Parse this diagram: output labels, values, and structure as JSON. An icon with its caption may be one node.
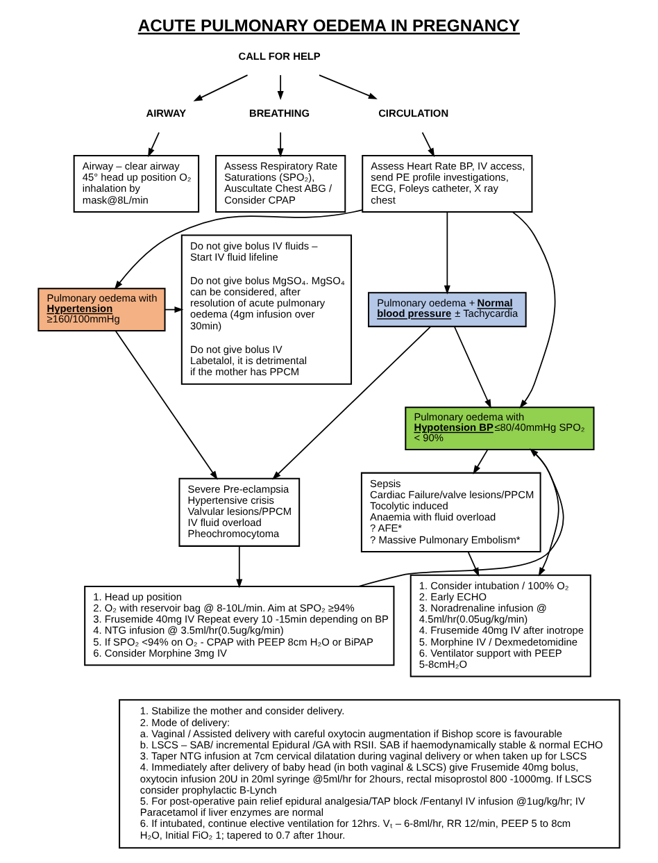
{
  "diagram": {
    "title": "ACUTE PULMONARY OEDEMA IN PREGNANCY",
    "nodes": [
      {
        "text": [
          "CALL FOR HELP"
        ]
      },
      {
        "text": [
          "AIRWAY"
        ]
      },
      {
        "text": [
          "BREATHING"
        ]
      },
      {
        "text": [
          "CIRCULATION"
        ]
      },
      {
        "text": [
          "Airway – clear airway 45° head up position O₂ inhalation by mask@8L/min"
        ]
      },
      {
        "text": [
          "Assess Respiratory Rate Saturations (SPO₂), Auscultate Chest ABG / Consider CPAP"
        ]
      },
      {
        "text": [
          "Assess Heart Rate BP, IV access, send PE profile investigations, ECG, Foleys catheter, X ray chest"
        ]
      },
      {
        "text": [
          "Do not give bolus IV fluids – Start IV fluid lifeline",
          "Do not give bolus MgSO₄. MgSO₄ can be considered, after resolution of acute pulmonary oedema (4gm infusion over 30min)",
          "Do not give bolus IV Labetalol, it is detrimental if the mother has PPCM"
        ]
      },
      {
        "text": [
          "Pulmonary oedema with **Hypertension** ≥160/100mmHg"
        ]
      },
      {
        "text": [
          "Pulmonary oedema + **Normal blood pressure** ± Tachycardia"
        ]
      },
      {
        "text": [
          "Pulmonary oedema with **Hypotension BP**≤80/40mmHg SPO₂ < 90%"
        ]
      },
      {
        "text": [
          "Severe Pre-eclampsia",
          "Hypertensive crisis",
          "Valvular lesions/PPCM",
          "IV fluid overload",
          "Pheochromocytoma"
        ]
      },
      {
        "text": [
          "Sepsis",
          "Cardiac Failure/valve lesions/PPCM",
          "Tocolytic induced",
          "Anaemia with fluid overload",
          "? AFE*",
          "? Massive Pulmonary Embolism*"
        ]
      },
      {
        "text": [
          "1. Head up position",
          "2. O₂ with reservoir bag @ 8-10L/min. Aim at SPO₂ ≥94%",
          "3. Frusemide 40mg IV Repeat every 10 -15min depending on BP",
          "4. NTG infusion @ 3.5ml/hr(0.5ug/kg/min)",
          "5. If SPO₂ <94% on O₂ - CPAP with PEEP 8cm H₂O or BiPAP",
          "6. Consider Morphine 3mg IV"
        ]
      },
      {
        "text": [
          "1. Consider intubation / 100% O₂",
          "2. Early ECHO",
          "3. Noradrenaline infusion @ 4.5ml/hr(0.05ug/kg/min)",
          "4. Frusemide 40mg IV after inotrope",
          "5. Morphine IV / Dexmedetomidine",
          "6. Ventilator support with PEEP 5-8cmH₂O"
        ]
      },
      {
        "text": [
          "1. Stabilize the mother and consider delivery.",
          "2. Mode of delivery:",
          "a. Vaginal / Assisted delivery with careful oxytocin augmentation if Bishop score is favourable",
          "b. LSCS – SAB/ incremental Epidural /GA with RSII. SAB if haemodynamically stable & normal ECHO",
          "3. Taper NTG infusion at 7cm cervical dilatation during vaginal delivery or when taken up for LSCS",
          "4. Immediately after delivery of baby head (in both vaginal & LSCS) give Frusemide 40mg bolus, oxytocin infusion 20U in 20ml syringe @5ml/hr for 2hours, rectal misoprostol 800 -1000mg. If LSCS consider prophylactic B-Lynch",
          "5. For post-operative pain relief epidural analgesia/TAP block /Fentanyl IV infusion @1ug/kg/hr; IV Paracetamol if liver enzymes are normal",
          "6. If intubated, continue elective ventilation for 12hrs. Vₜ – 6-8ml/hr, RR 12/min, PEEP 5 to 8cm H₂O, Initial FiO₂ 1; tapered to 0.7 after 1hour."
        ]
      }
    ],
    "edges": [
      {
        "from": 0,
        "to": 1,
        "arrow": "to"
      },
      {
        "from": 0,
        "to": 2,
        "arrow": "to"
      },
      {
        "from": 0,
        "to": 3,
        "arrow": "to"
      },
      {
        "from": 1,
        "to": 4,
        "arrow": "to"
      },
      {
        "from": 2,
        "to": 5,
        "arrow": "to"
      },
      {
        "from": 3,
        "to": 6,
        "arrow": "to"
      },
      {
        "from": 6,
        "to": 8,
        "arrow": "to"
      },
      {
        "from": 6,
        "to": 9,
        "arrow": "to"
      },
      {
        "from": 6,
        "to": 10,
        "arrow": "to"
      },
      {
        "from": 8,
        "to": 7,
        "arrow": "to"
      },
      {
        "from": 8,
        "to": 11,
        "arrow": "to"
      },
      {
        "from": 9,
        "to": 11,
        "arrow": "to"
      },
      {
        "from": 9,
        "to": 10,
        "arrow": "to"
      },
      {
        "from": 10,
        "to": 12,
        "arrow": "to"
      },
      {
        "from": 13,
        "to": 10,
        "arrow": "to"
      },
      {
        "from": 11,
        "to": 13,
        "arrow": "to"
      },
      {
        "from": 12,
        "to": 14,
        "arrow": "to"
      },
      {
        "from": 10,
        "to": 14,
        "arrow": "to"
      }
    ]
  }
}
